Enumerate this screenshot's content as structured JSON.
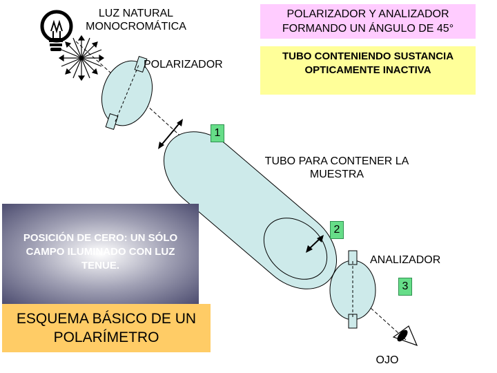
{
  "labels": {
    "light_source": "LUZ NATURAL MONOCROMÁTICA",
    "polarizer_analyzer_angle": "POLARIZADOR Y ANALIZADOR FORMANDO UN ÁNGULO DE 45°",
    "polarizer": "POLARIZADOR",
    "inactive_tube": "TUBO CONTENIENDO SUSTANCIA OPTICAMENTE INACTIVA",
    "sample_tube": "TUBO PARA CONTENER LA MUESTRA",
    "zero_position": "POSICIÓN DE CERO: UN SÓLO CAMPO ILUMINADO CON LUZ TENUE.",
    "analyzer": "ANALIZADOR",
    "title": "ESQUEMA BÁSICO DE UN POLARÍMETRO",
    "eye": "OJO"
  },
  "markers": [
    "1",
    "2",
    "3"
  ],
  "colors": {
    "lens_fill": "#cdeaea",
    "yellow_box": "#ffff99",
    "pink_box": "#ffccff",
    "orange_box": "#ffcc66",
    "gray_panel_center": "#ffffff",
    "gray_panel_edge": "#4d4d70",
    "green_marker": "#66dd88"
  },
  "icons": [
    "light-bulb-icon",
    "eye-icon"
  ]
}
